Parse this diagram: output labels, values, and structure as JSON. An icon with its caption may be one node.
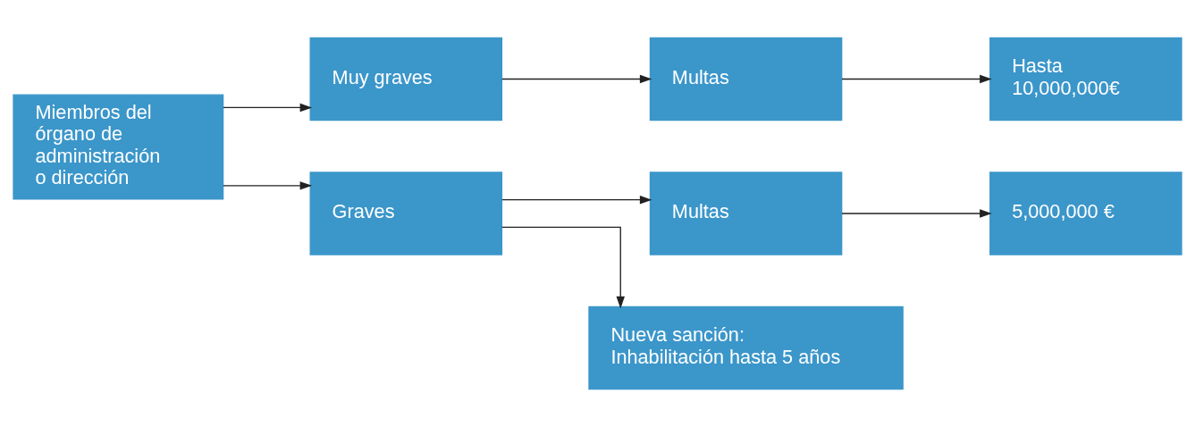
{
  "diagram": {
    "nodes": [
      {
        "text": [
          "Miembros del órgano de administración o dirección"
        ]
      },
      {
        "text": [
          "Muy graves"
        ]
      },
      {
        "text": [
          "Graves"
        ]
      },
      {
        "text": [
          "Multas"
        ]
      },
      {
        "text": [
          "Hasta 10,000,000€"
        ]
      },
      {
        "text": [
          "Multas"
        ]
      },
      {
        "text": [
          "5,000,000 €"
        ]
      },
      {
        "text": [
          "Nueva sanción: Inhabilitación hasta 5 años"
        ]
      }
    ],
    "edges": [
      {
        "from": 0,
        "to": 1,
        "arrow": "to"
      },
      {
        "from": 0,
        "to": 2,
        "arrow": "to"
      },
      {
        "from": 1,
        "to": 3,
        "arrow": "to"
      },
      {
        "from": 3,
        "to": 4,
        "arrow": "to"
      },
      {
        "from": 2,
        "to": 5,
        "arrow": "to"
      },
      {
        "from": 5,
        "to": 6,
        "arrow": "to"
      },
      {
        "from": 2,
        "to": 7,
        "arrow": "to"
      }
    ]
  }
}
